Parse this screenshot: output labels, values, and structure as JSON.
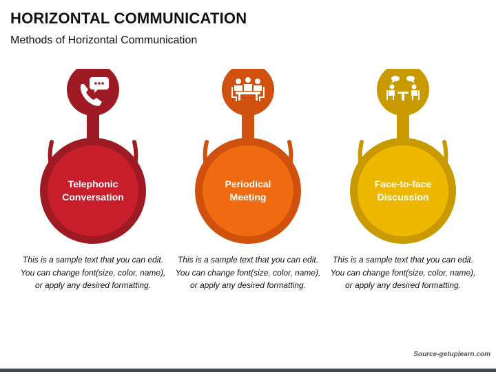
{
  "title": "HORIZONTAL COMMUNICATION",
  "subtitle": "Methods of Horizontal Communication",
  "items": [
    {
      "label_line1": "Telephonic",
      "label_line2": "Conversation",
      "icon": "telephone-chat-icon",
      "color_dark": "#9e1b24",
      "color_main": "#c81e2b",
      "description": "This is a sample text that you can edit. You can change font(size, color, name), or apply any desired formatting."
    },
    {
      "label_line1": "Periodical",
      "label_line2": "Meeting",
      "icon": "meeting-table-icon",
      "color_dark": "#d0500d",
      "color_main": "#ef6a10",
      "description": "This is a sample text that you can edit. You can change font(size, color, name), or apply any desired formatting."
    },
    {
      "label_line1": "Face-to-face",
      "label_line2": "Discussion",
      "icon": "face-to-face-discussion-icon",
      "color_dark": "#c99a00",
      "color_main": "#efb800",
      "description": "This is a sample text that you can edit. You can change font(size, color, name), or apply any desired formatting."
    }
  ],
  "source": "Source-getuplearn.com"
}
